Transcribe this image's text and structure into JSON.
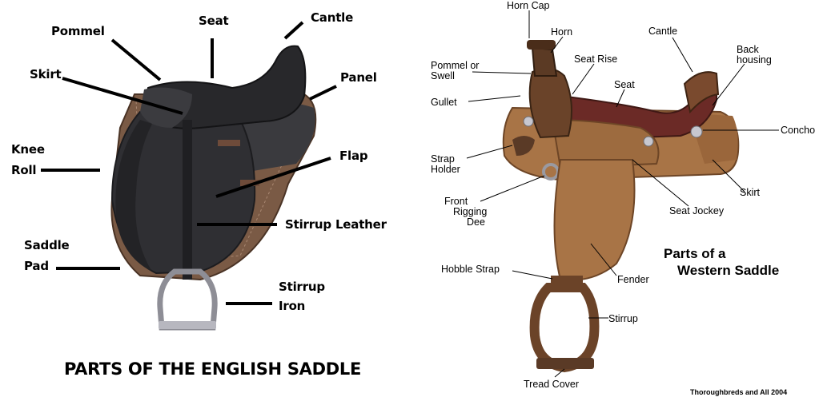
{
  "english": {
    "title": "PARTS OF THE ENGLISH SADDLE",
    "labels": {
      "pommel": "Pommel",
      "seat": "Seat",
      "cantle": "Cantle",
      "skirt": "Skirt",
      "panel": "Panel",
      "knee_roll_1": "Knee",
      "knee_roll_2": "Roll",
      "flap": "Flap",
      "stirrup_leather": "Stirrup Leather",
      "saddle_pad_1": "Saddle",
      "saddle_pad_2": "Pad",
      "stirrup_iron_1": "Stirrup",
      "stirrup_iron_2": "Iron"
    }
  },
  "western": {
    "title_1": "Parts of a",
    "title_2": "Western Saddle",
    "credit": "Thoroughbreds and All 2004",
    "labels": {
      "horn_cap": "Horn Cap",
      "horn": "Horn",
      "cantle": "Cantle",
      "pommel_1": "Pommel or",
      "pommel_2": "Swell",
      "seat_rise": "Seat Rise",
      "back_housing_1": "Back",
      "back_housing_2": "housing",
      "seat": "Seat",
      "gullet": "Gullet",
      "concho": "Concho",
      "strap_holder_1": "Strap",
      "strap_holder_2": "Holder",
      "skirt": "Skirt",
      "front_rigging_1": "Front",
      "front_rigging_2": "Rigging",
      "front_rigging_3": "Dee",
      "seat_jockey": "Seat Jockey",
      "hobble_strap": "Hobble Strap",
      "fender": "Fender",
      "stirrup": "Stirrup",
      "tread_cover": "Tread Cover"
    }
  },
  "colors": {
    "english_leather": "#2f2f33",
    "english_pad": "#7a5a45",
    "western_leather": "#9a6a3e",
    "western_dark": "#5a3a26",
    "western_seat": "#6b2a26",
    "steel": "#9a9aa2"
  }
}
